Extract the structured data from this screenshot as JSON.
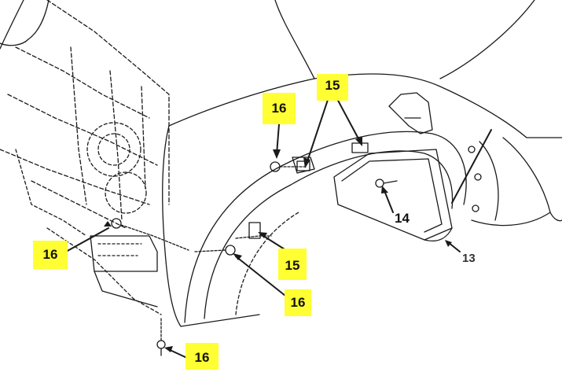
{
  "diagram": {
    "callouts": {
      "c16_top": "16",
      "c15_top": "15",
      "c16_left": "16",
      "c15_mid": "15",
      "c16_mid": "16",
      "c16_bottom": "16"
    },
    "labels": {
      "l14": "14",
      "l13": "13"
    },
    "colors": {
      "highlight": "#ffff33",
      "line": "#1a1a1a",
      "label_gray": "#333333"
    }
  }
}
